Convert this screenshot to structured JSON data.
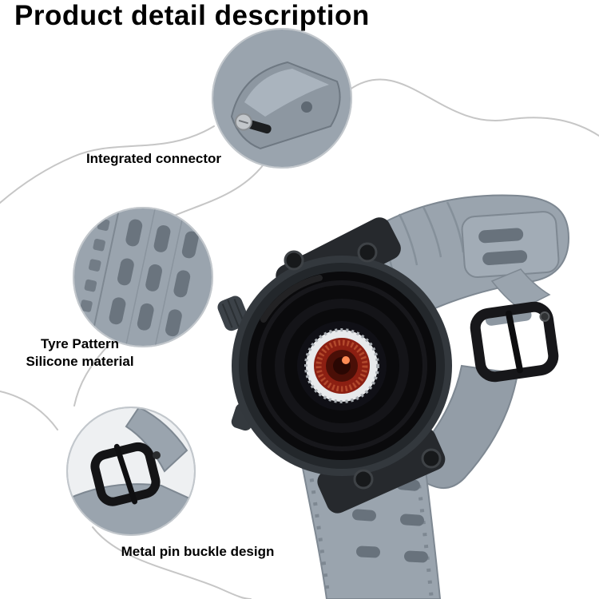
{
  "title": "Product detail description",
  "callouts": {
    "connector": {
      "label": "Integrated connector"
    },
    "tyre": {
      "label_line1": "Tyre Pattern",
      "label_line2": "Silicone material"
    },
    "buckle": {
      "label": "Metal pin buckle design"
    }
  },
  "colors": {
    "strap": "#9aa4ae",
    "strap_edge": "#7e8892",
    "slot": "#68727c",
    "watch_case": "#33383d",
    "watch_face": "#0a0a0c",
    "sensor_ring": "#e8eaec",
    "sensor_red": "#8c1f12",
    "sensor_center": "#4a0f07",
    "buckle_black": "#17171a",
    "decor_line": "#c6c6c6",
    "label_color": "#000000"
  }
}
